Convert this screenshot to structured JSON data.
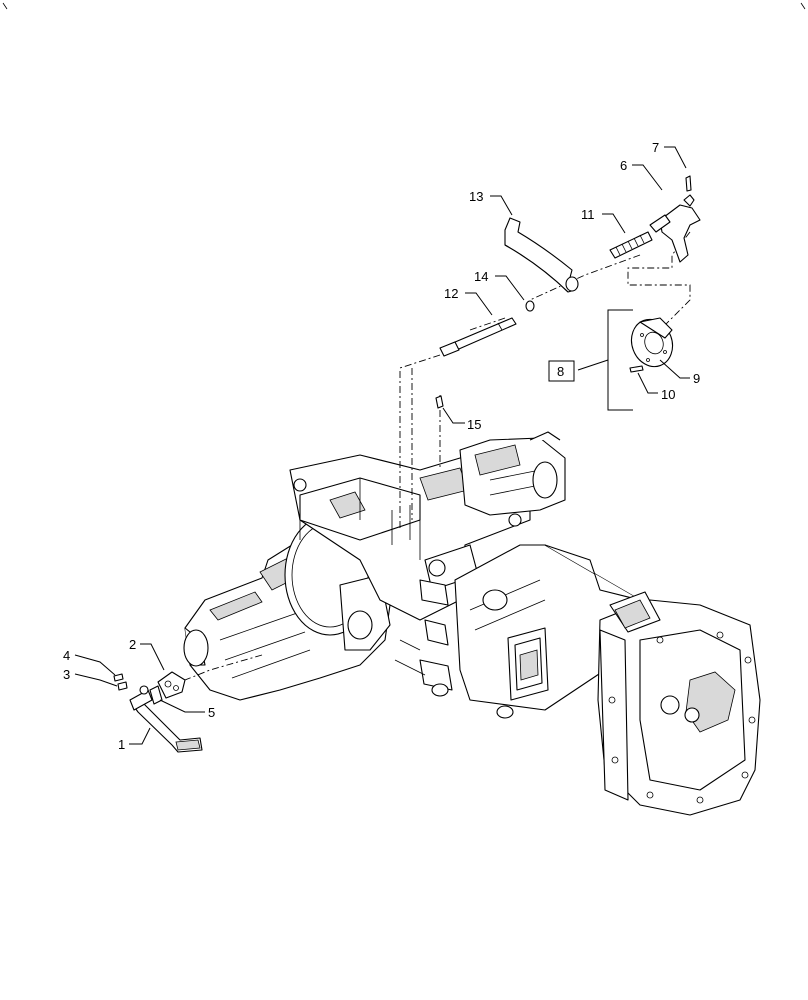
{
  "callouts": {
    "c1": "1",
    "c2": "2",
    "c3": "3",
    "c4": "4",
    "c5": "5",
    "c6": "6",
    "c7": "7",
    "c8": "8",
    "c9": "9",
    "c10": "10",
    "c11": "11",
    "c12": "12",
    "c13": "13",
    "c14": "14",
    "c15": "15"
  },
  "colors": {
    "line": "#000000",
    "background": "#ffffff",
    "shade": "#d9d9d9"
  }
}
